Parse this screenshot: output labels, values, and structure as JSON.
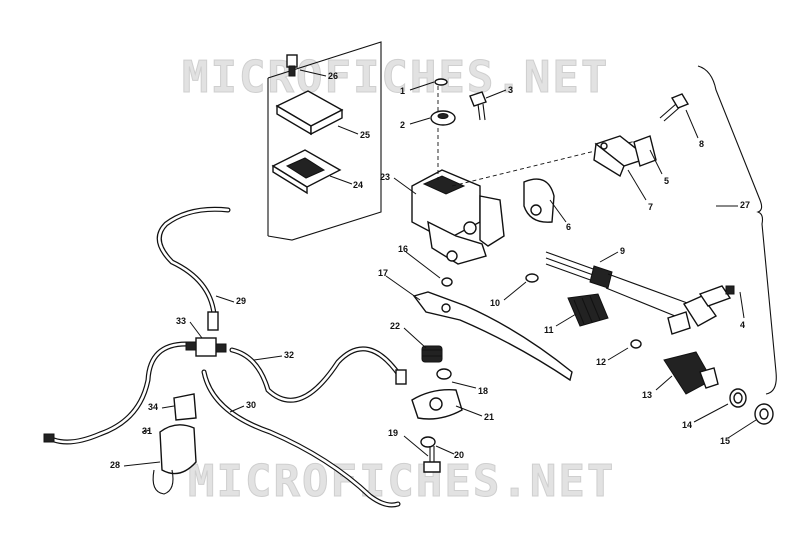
{
  "watermark": "MICROFICHES.NET",
  "callouts": [
    "1",
    "2",
    "3",
    "4",
    "5",
    "6",
    "7",
    "8",
    "9",
    "10",
    "11",
    "12",
    "13",
    "14",
    "15",
    "16",
    "17",
    "18",
    "19",
    "20",
    "21",
    "22",
    "23",
    "24",
    "25",
    "26",
    "27",
    "28",
    "29",
    "30",
    "31",
    "32",
    "33",
    "34"
  ],
  "colors": {
    "ink": "#111111",
    "watermark": "#e2e2e2",
    "background": "#ffffff"
  }
}
